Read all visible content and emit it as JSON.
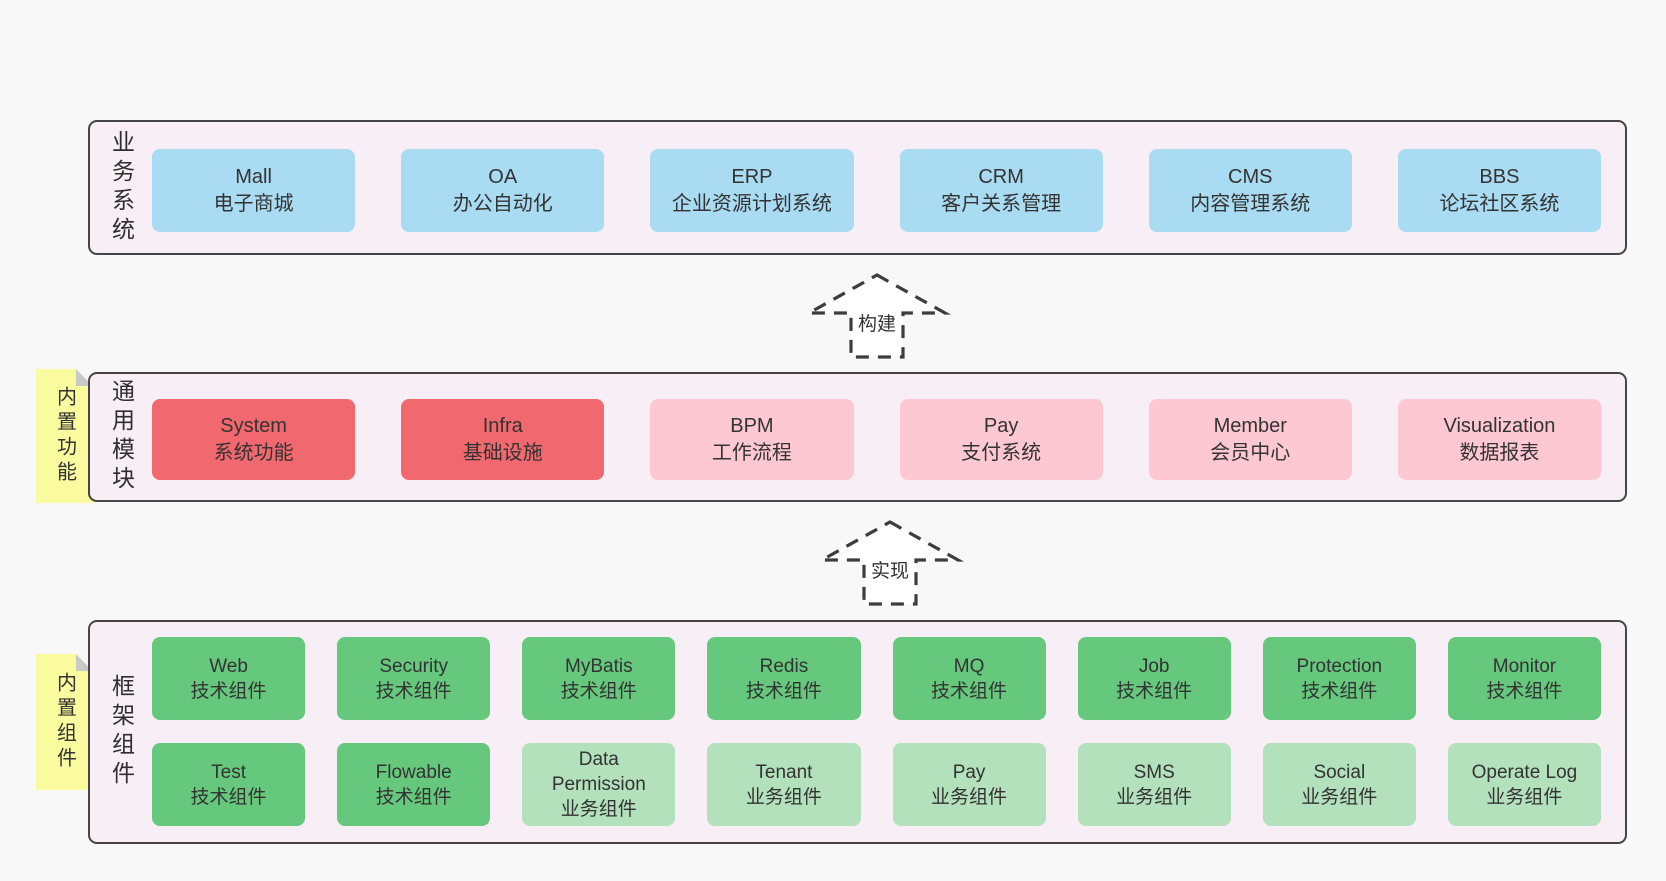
{
  "colors": {
    "pageBg": "#f8f8f8",
    "panelBg": "#f8eef6",
    "panelBorder": "#454545",
    "noteYellow": "#fafa9e",
    "foldGray": "#c9c9c9",
    "text": "#333333",
    "arrowStroke": "#3d3d3d",
    "blue": "#a9dbf2",
    "red": "#f1686e",
    "pink": "#fdc8d1",
    "green": "#66c87d",
    "lightGreen": "#b3e1bc"
  },
  "sections": [
    {
      "id": "business-systems",
      "label": "业务系统",
      "note": null,
      "rows": [
        [
          {
            "title": "Mall",
            "subtitle": "电子商城",
            "color": "blue"
          },
          {
            "title": "OA",
            "subtitle": "办公自动化",
            "color": "blue"
          },
          {
            "title": "ERP",
            "subtitle": "企业资源计划系统",
            "color": "blue"
          },
          {
            "title": "CRM",
            "subtitle": "客户关系管理",
            "color": "blue"
          },
          {
            "title": "CMS",
            "subtitle": "内容管理系统",
            "color": "blue"
          },
          {
            "title": "BBS",
            "subtitle": "论坛社区系统",
            "color": "blue"
          }
        ]
      ]
    },
    {
      "id": "common-modules",
      "label": "通用模块",
      "note": "内置功能",
      "rows": [
        [
          {
            "title": "System",
            "subtitle": "系统功能",
            "color": "red"
          },
          {
            "title": "Infra",
            "subtitle": "基础设施",
            "color": "red"
          },
          {
            "title": "BPM",
            "subtitle": "工作流程",
            "color": "pink"
          },
          {
            "title": "Pay",
            "subtitle": "支付系统",
            "color": "pink"
          },
          {
            "title": "Member",
            "subtitle": "会员中心",
            "color": "pink"
          },
          {
            "title": "Visualization",
            "subtitle": "数据报表",
            "color": "pink"
          }
        ]
      ]
    },
    {
      "id": "framework-components",
      "label": "框架组件",
      "note": "内置组件",
      "rows": [
        [
          {
            "title": "Web",
            "subtitle": "技术组件",
            "color": "green"
          },
          {
            "title": "Security",
            "subtitle": "技术组件",
            "color": "green"
          },
          {
            "title": "MyBatis",
            "subtitle": "技术组件",
            "color": "green"
          },
          {
            "title": "Redis",
            "subtitle": "技术组件",
            "color": "green"
          },
          {
            "title": "MQ",
            "subtitle": "技术组件",
            "color": "green"
          },
          {
            "title": "Job",
            "subtitle": "技术组件",
            "color": "green"
          },
          {
            "title": "Protection",
            "subtitle": "技术组件",
            "color": "green"
          },
          {
            "title": "Monitor",
            "subtitle": "技术组件",
            "color": "green"
          }
        ],
        [
          {
            "title": "Test",
            "subtitle": "技术组件",
            "color": "green"
          },
          {
            "title": "Flowable",
            "subtitle": "技术组件",
            "color": "green"
          },
          {
            "title": "Data\nPermission",
            "subtitle": "业务组件",
            "color": "lightGreen"
          },
          {
            "title": "Tenant",
            "subtitle": "业务组件",
            "color": "lightGreen"
          },
          {
            "title": "Pay",
            "subtitle": "业务组件",
            "color": "lightGreen"
          },
          {
            "title": "SMS",
            "subtitle": "业务组件",
            "color": "lightGreen"
          },
          {
            "title": "Social",
            "subtitle": "业务组件",
            "color": "lightGreen"
          },
          {
            "title": "Operate Log",
            "subtitle": "业务组件",
            "color": "lightGreen"
          }
        ]
      ]
    }
  ],
  "arrows": [
    {
      "id": "build",
      "label": "构建"
    },
    {
      "id": "implement",
      "label": "实现"
    }
  ]
}
